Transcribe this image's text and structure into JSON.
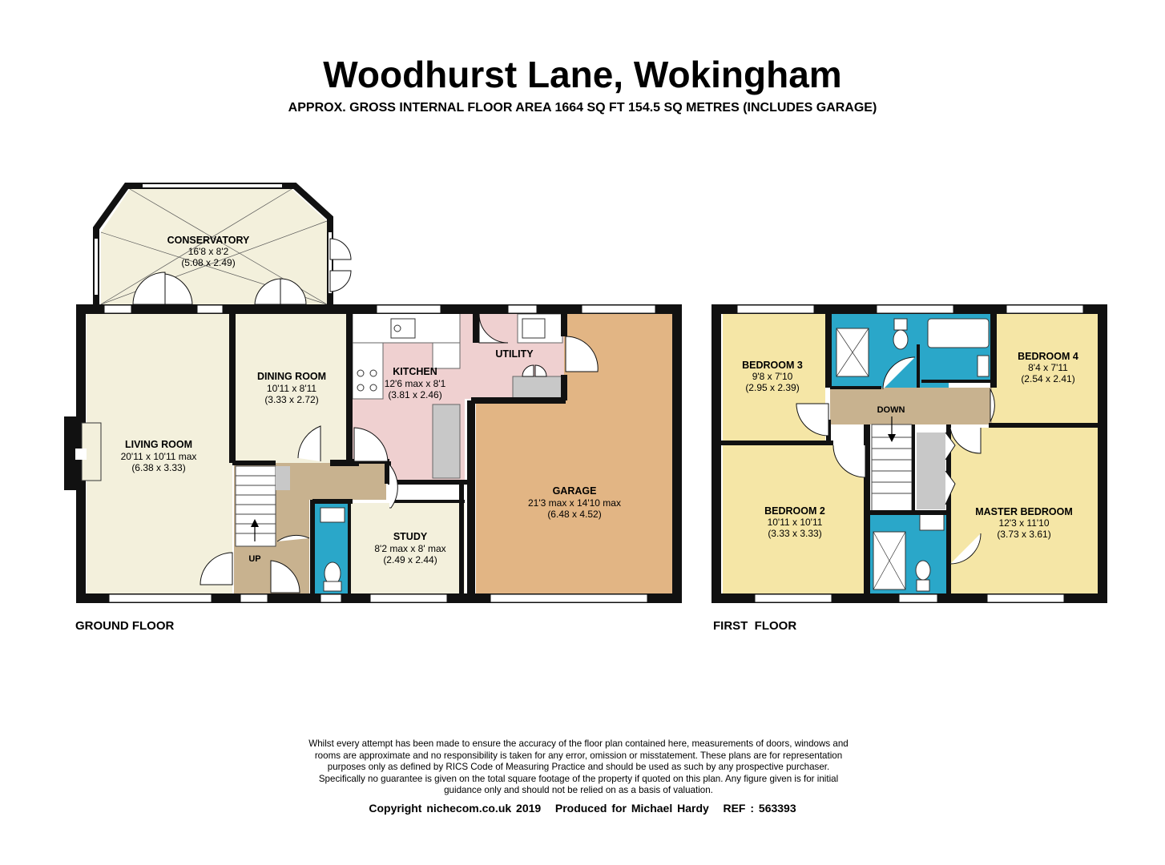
{
  "header": {
    "title": "Woodhurst Lane, Wokingham",
    "subtitle": "APPROX. GROSS INTERNAL FLOOR AREA 1664 SQ FT 154.5 SQ METRES (INCLUDES GARAGE)"
  },
  "floors": {
    "ground": "GROUND FLOOR",
    "first": "FIRST  FLOOR"
  },
  "rooms": {
    "conservatory": {
      "name": "CONSERVATORY",
      "dim1": "16'8 x 8'2",
      "dim2": "(5.08 x 2.49)"
    },
    "living": {
      "name": "LIVING ROOM",
      "dim1": "20'11 x 10'11 max",
      "dim2": "(6.38 x 3.33)"
    },
    "dining": {
      "name": "DINING ROOM",
      "dim1": "10'11 x 8'11",
      "dim2": "(3.33 x 2.72)"
    },
    "kitchen": {
      "name": "KITCHEN",
      "dim1": "12'6 max x 8'1",
      "dim2": "(3.81 x 2.46)"
    },
    "utility": {
      "name": "UTILITY"
    },
    "garage": {
      "name": "GARAGE",
      "dim1": "21'3 max x 14'10 max",
      "dim2": "(6.48 x 4.52)"
    },
    "study": {
      "name": "STUDY",
      "dim1": "8'2 max x 8' max",
      "dim2": "(2.49 x 2.44)"
    },
    "bedroom3": {
      "name": "BEDROOM 3",
      "dim1": "9'8 x 7'10",
      "dim2": "(2.95 x 2.39)"
    },
    "bedroom4": {
      "name": "BEDROOM 4",
      "dim1": "8'4 x 7'11",
      "dim2": "(2.54 x 2.41)"
    },
    "bedroom2": {
      "name": "BEDROOM 2",
      "dim1": "10'11 x 10'11",
      "dim2": "(3.33 x 3.33)"
    },
    "master": {
      "name": "MASTER BEDROOM",
      "dim1": "12'3 x 11'10",
      "dim2": "(3.73 x 3.61)"
    }
  },
  "stairs": {
    "up": "UP",
    "down": "DOWN"
  },
  "colors": {
    "wall": "#111111",
    "conservatory": "#f3f0dc",
    "living": "#f3f0dc",
    "hall": "#c8b28f",
    "kitchen": "#efd0d0",
    "garage": "#e2b584",
    "bedroom": "#f5e6a6",
    "bathroom": "#2aa7c9",
    "landing": "#c8b28f",
    "cupboard": "#c8c8c8"
  },
  "disclaimer": [
    "Whilst every attempt has been made to ensure the accuracy of the floor plan contained here, measurements of doors, windows and",
    "rooms are approximate and no responsibility is taken for any error, omission or misstatement. These plans are for representation",
    "purposes only as defined by RICS Code of Measuring Practice and should be used as such by any prospective purchaser.",
    "Specifically no guarantee is given on the total square footage of the property if quoted on this plan. Any figure given is for initial",
    "guidance only and should not be relied on as a basis of valuation."
  ],
  "footer": "Copyright nichecom.co.uk 2019   Produced for Michael Hardy   REF : 563393"
}
